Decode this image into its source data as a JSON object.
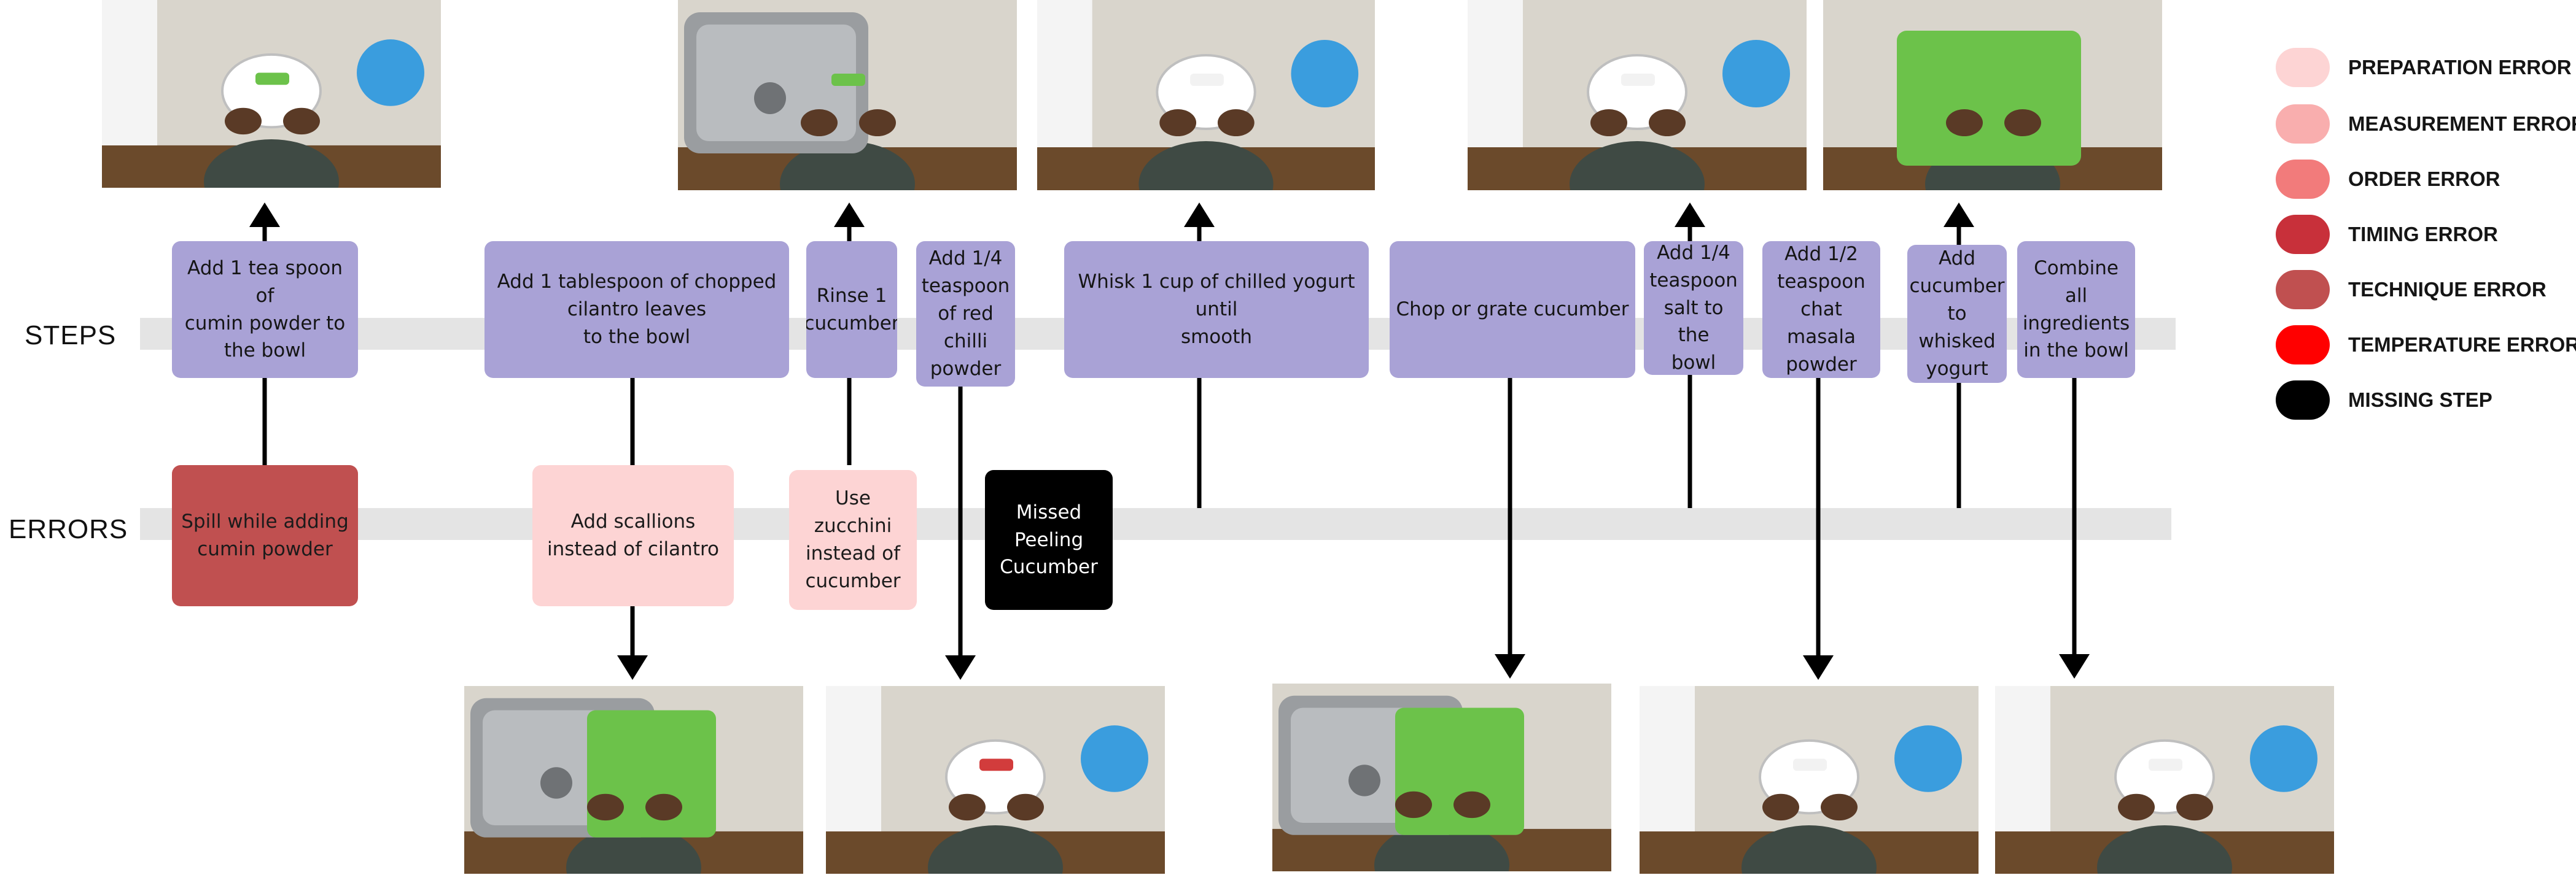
{
  "lanes": {
    "steps": "STEPS",
    "errors": "ERRORS"
  },
  "steps": [
    {
      "id": "s1",
      "label": "Add 1 tea spoon of\ncumin powder to\nthe bowl"
    },
    {
      "id": "s2",
      "label": "Add 1 tablespoon of chopped\ncilantro leaves\nto the bowl"
    },
    {
      "id": "s3",
      "label": "Rinse 1\ncucumber"
    },
    {
      "id": "s4",
      "label": "Add 1/4\nteaspoon\nof red\nchilli\npowder"
    },
    {
      "id": "s5",
      "label": "Whisk 1 cup of chilled yogurt until\nsmooth"
    },
    {
      "id": "s6",
      "label": "Chop or grate cucumber"
    },
    {
      "id": "s7",
      "label": "Add 1/4\nteaspoon\nsalt to the\nbowl"
    },
    {
      "id": "s8",
      "label": "Add 1/2\nteaspoon\nchat masala\npowder"
    },
    {
      "id": "s9",
      "label": "Add\ncucumber\nto whisked\nyogurt"
    },
    {
      "id": "s10",
      "label": "Combine all\ningredients\nin the bowl"
    }
  ],
  "errors": [
    {
      "id": "e1",
      "label": "Spill while adding\ncumin powder",
      "type": "technique"
    },
    {
      "id": "e2",
      "label": "Add scallions\ninstead of cilantro",
      "type": "preparation"
    },
    {
      "id": "e3",
      "label": "Use zucchini\ninstead of\ncucumber",
      "type": "preparation"
    },
    {
      "id": "e4",
      "label": "Missed\nPeeling\nCucumber",
      "type": "missing"
    }
  ],
  "legend": [
    {
      "key": "preparation",
      "label": "PREPARATION ERROR",
      "color": "#fdd4d4"
    },
    {
      "key": "measurement",
      "label": "MEASUREMENT ERROR",
      "color": "#f9aeae"
    },
    {
      "key": "order",
      "label": "ORDER ERROR",
      "color": "#f27b7b"
    },
    {
      "key": "timing",
      "label": "TIMING ERROR",
      "color": "#c8303a"
    },
    {
      "key": "technique",
      "label": "TECHNIQUE ERROR",
      "color": "#c05050"
    },
    {
      "key": "temperature",
      "label": "TEMPERATURE ERROR",
      "color": "#ff0000"
    },
    {
      "key": "missing",
      "label": "MISSING STEP",
      "color": "#000000"
    }
  ],
  "error_text_colors": {
    "missing": "#ffffff"
  },
  "thumbnails": [
    {
      "scene": "bowl-top",
      "cut": "green"
    },
    {
      "scene": "sink-top",
      "cut": "green"
    },
    {
      "scene": "bowl-top",
      "cut": "white"
    },
    {
      "scene": "bowl-top",
      "cut": "white"
    },
    {
      "scene": "board-top",
      "cut": "green"
    },
    {
      "scene": "sink-board",
      "cut": "green"
    },
    {
      "scene": "bowl-top",
      "cut": "red"
    },
    {
      "scene": "sink-board",
      "cut": "green"
    },
    {
      "scene": "bowl-top",
      "cut": "white"
    },
    {
      "scene": "bowl-top",
      "cut": "white"
    }
  ]
}
